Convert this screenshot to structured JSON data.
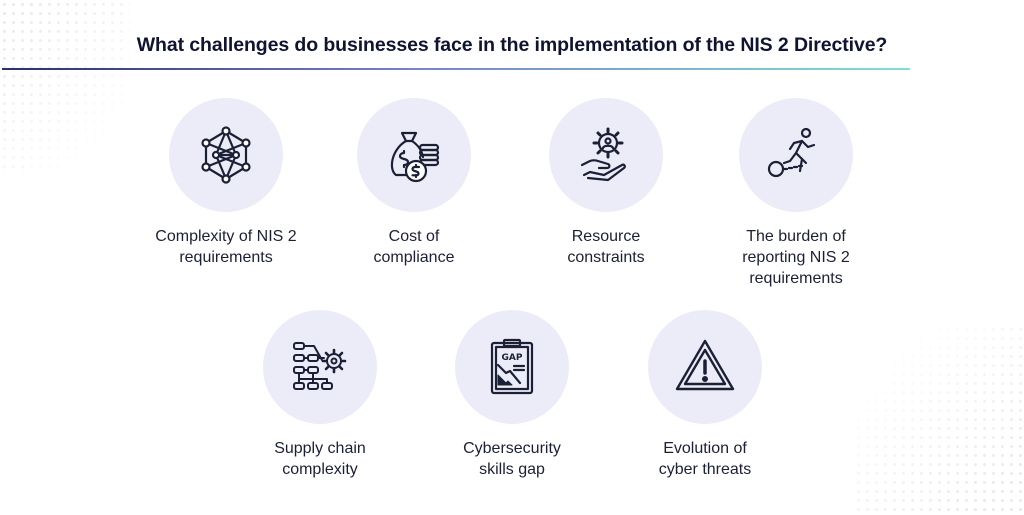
{
  "title": "What challenges do businesses face in the implementation of the NIS 2 Directive?",
  "items": [
    {
      "label": "Complexity of NIS 2\nrequirements",
      "icon": "network-icon"
    },
    {
      "label": "Cost of\ncompliance",
      "icon": "money-bag-coins-icon"
    },
    {
      "label": "Resource\nconstraints",
      "icon": "hand-gear-icon"
    },
    {
      "label": "The burden of\nreporting NIS 2\nrequirements",
      "icon": "ball-and-chain-runner-icon"
    },
    {
      "label": "Supply chain\ncomplexity",
      "icon": "flowchart-gear-icon"
    },
    {
      "label": "Cybersecurity\nskills gap",
      "icon": "gap-clipboard-icon"
    },
    {
      "label": "Evolution of\ncyber threats",
      "icon": "warning-triangle-icon"
    }
  ],
  "colors": {
    "circle": "#ecebf8",
    "icon_stroke": "#1c2035",
    "title": "#0f1430"
  }
}
